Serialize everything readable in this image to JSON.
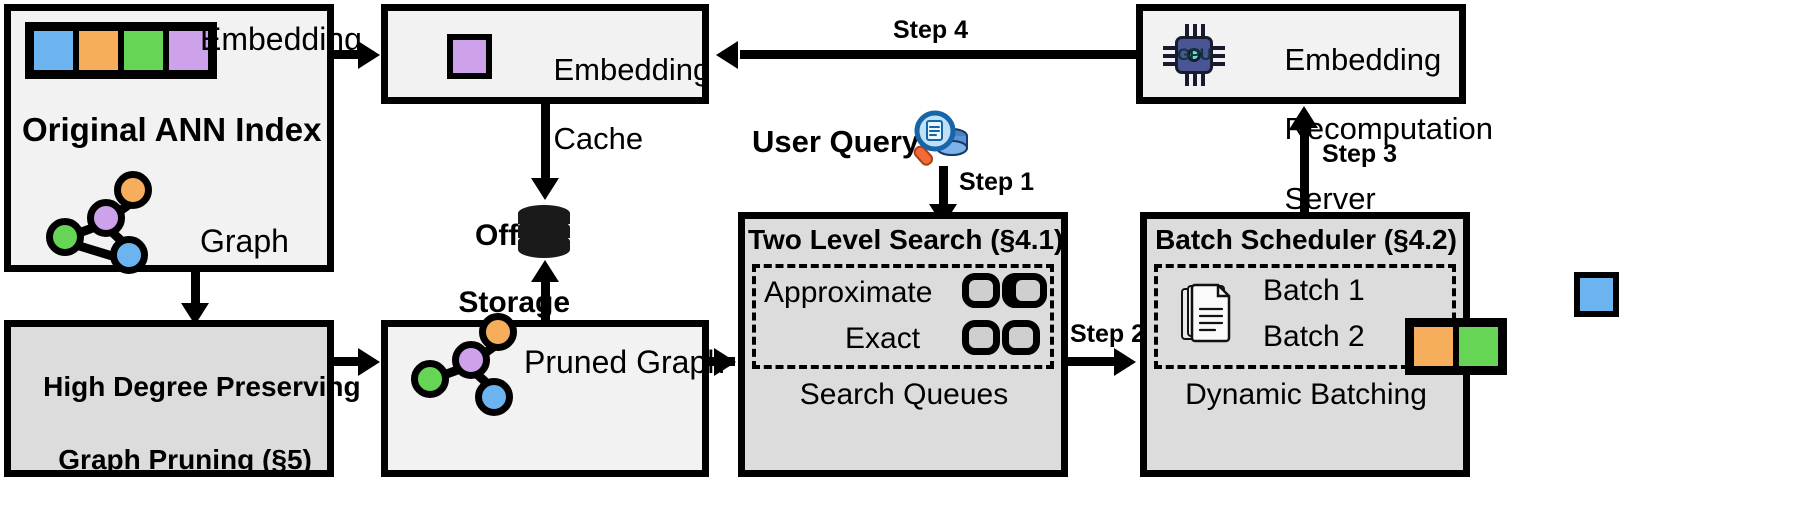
{
  "diagram": {
    "title": "ANN index serving pipeline with embedding recomputation"
  },
  "nodes": {
    "original_ann_index": {
      "title": "Original ANN Index",
      "embedding_label": "Embedding",
      "graph_label": "Graph",
      "embedding_colors": [
        "#6cb4f0",
        "#f7ae5c",
        "#66d455",
        "#cda2ea"
      ],
      "graph_nodes": [
        {
          "name": "orange-node",
          "color": "#f7ae5c"
        },
        {
          "name": "purple-node",
          "color": "#cda2ea"
        },
        {
          "name": "green-node",
          "color": "#66d455"
        },
        {
          "name": "blue-node",
          "color": "#6cb4f0"
        }
      ]
    },
    "embedding_cache": {
      "line1": "Embedding",
      "line2": "Cache",
      "swatch_color": "#cda2ea"
    },
    "offline_storage": {
      "line1": "Offline",
      "line2": "Storage",
      "icon": "database-cylinder-icon"
    },
    "recomputation_server": {
      "line1": "Embedding",
      "line2": "Recomputation",
      "line3": "Server",
      "icon": "gpu-chip-icon",
      "icon_text": "GPU"
    },
    "pruning": {
      "line1": "High Degree Preserving",
      "line2": "Graph Pruning (§5)"
    },
    "pruned_graph": {
      "label": "Pruned Graph",
      "graph_nodes": [
        {
          "name": "orange-node",
          "color": "#f7ae5c"
        },
        {
          "name": "purple-node",
          "color": "#cda2ea"
        },
        {
          "name": "green-node",
          "color": "#66d455"
        },
        {
          "name": "blue-node",
          "color": "#6cb4f0"
        }
      ]
    },
    "two_level_search": {
      "title": "Two Level Search (§4.1)",
      "caption": "Search Queues",
      "rows": [
        {
          "label": "Approximate",
          "cells": 3
        },
        {
          "label": "Exact",
          "cells": 2
        }
      ]
    },
    "batch_scheduler": {
      "title": "Batch Scheduler (§4.2)",
      "caption": "Dynamic Batching",
      "icon": "documents-stack-icon",
      "batches": [
        {
          "label": "Batch 1",
          "colors": [
            "#6cb4f0"
          ]
        },
        {
          "label": "Batch 2",
          "colors": [
            "#f7ae5c",
            "#66d455"
          ]
        }
      ]
    },
    "user_query": {
      "label": "User Query",
      "icon": "search-database-icon"
    }
  },
  "edges": {
    "step1": "Step 1",
    "step2": "Step 2",
    "step3": "Step 3",
    "step4": "Step 4"
  }
}
